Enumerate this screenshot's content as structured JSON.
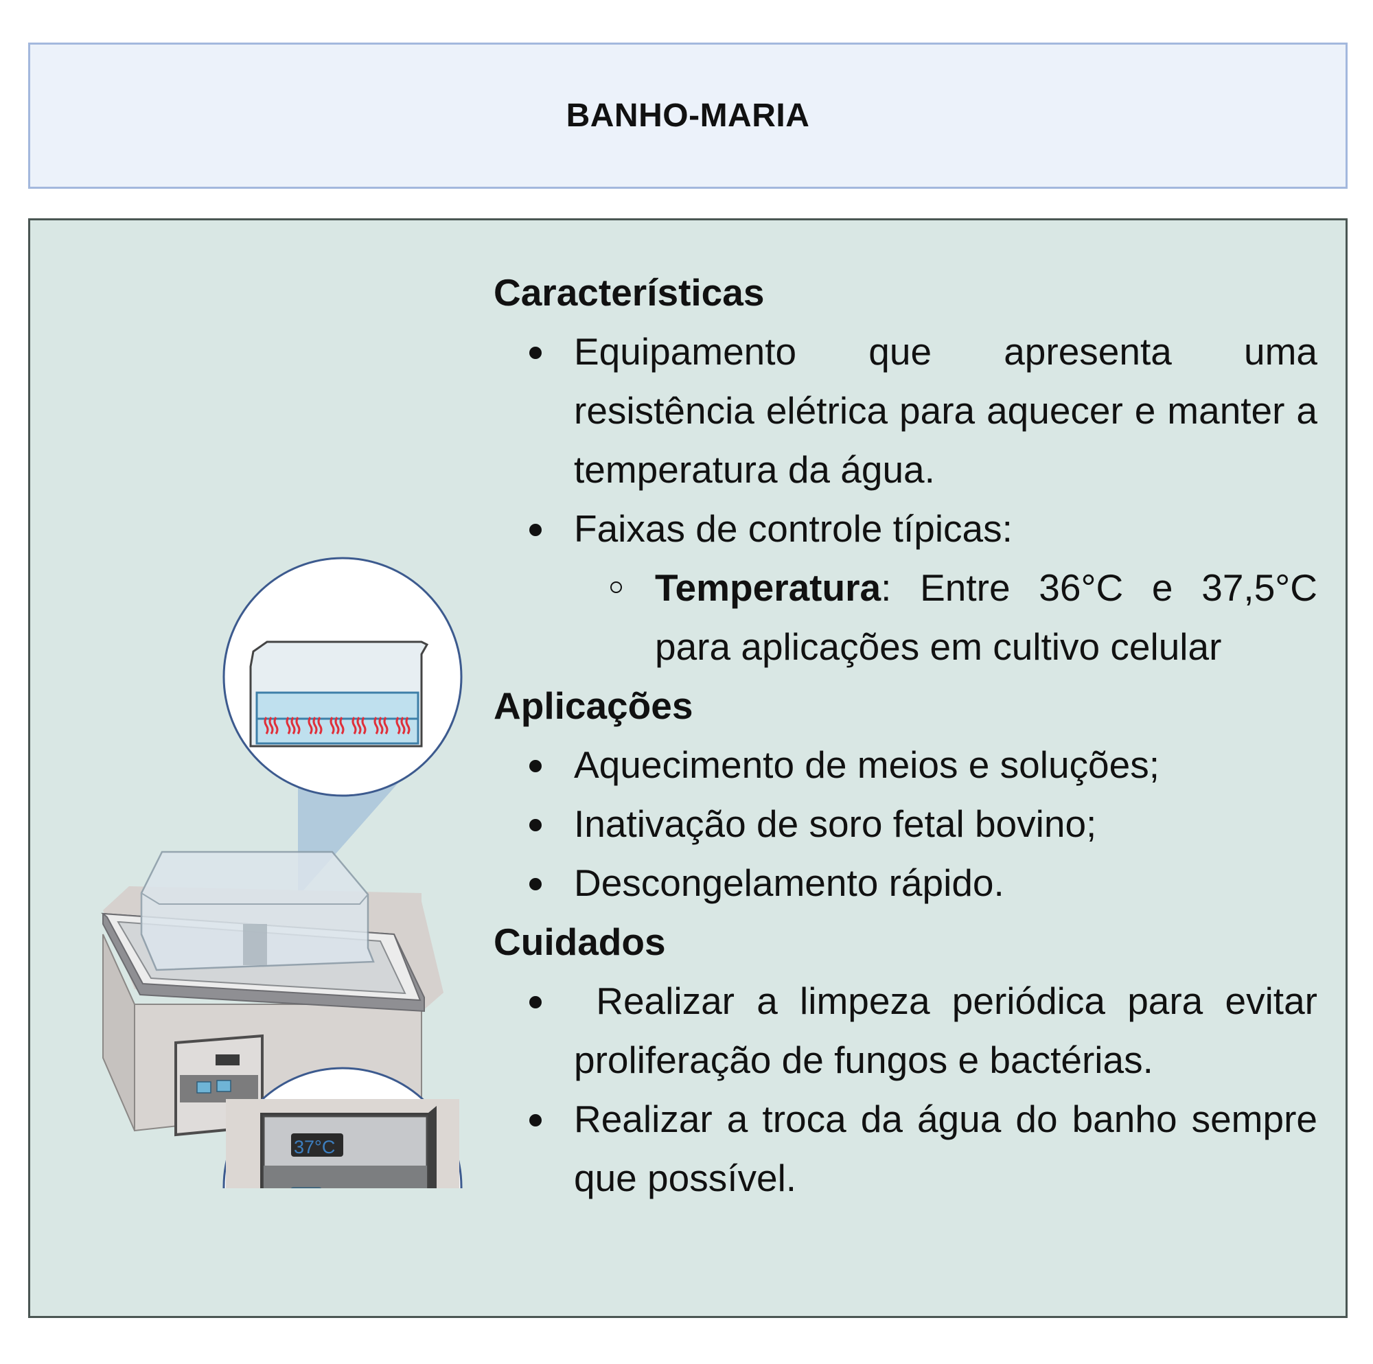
{
  "title": "BANHO-MARIA",
  "sections": {
    "caracteristicas": {
      "heading": "Características",
      "items": [
        "Equipamento que apresenta uma resistência elétrica para aquecer e manter a temperatura da água.",
        "Faixas de controle típicas:"
      ],
      "subitem": {
        "label": "Temperatura",
        "text": ":  Entre 36°C e 37,5°C para aplicações em cultivo celular"
      }
    },
    "aplicacoes": {
      "heading": "Aplicações",
      "items": [
        "Aquecimento de meios e soluções;",
        "Inativação de soro fetal bovino;",
        "Descongelamento rápido."
      ]
    },
    "cuidados": {
      "heading": "Cuidados",
      "items": [
        " Realizar a limpeza periódica para evitar proliferação de fungos e bactérias.",
        "Realizar a troca da água do banho sempre que possível."
      ]
    }
  },
  "illustration": {
    "display_reading": "37°C",
    "colors": {
      "title_bg": "#ecf2fa",
      "title_border": "#a3b8dd",
      "panel_bg": "#d9e7e4",
      "panel_border": "#4a5653",
      "heater_coils": "#e0303a",
      "water": "#bfe0ee",
      "display_text": "#3d7fc0"
    }
  }
}
